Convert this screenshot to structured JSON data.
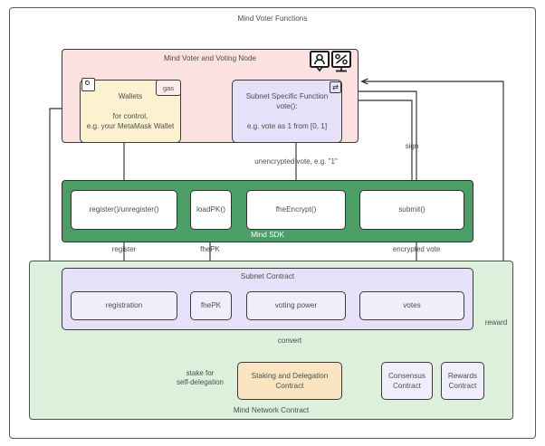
{
  "diagram": {
    "outer_title": "Mind Voter Functions",
    "groups": {
      "voter_node": {
        "title": "Mind Voter and Voting Node"
      },
      "sdk": {
        "title": "Mind SDK"
      },
      "network_contract": {
        "title": "Mind Network Contract"
      },
      "subnet_contract": {
        "title": "Subnet Contract"
      }
    },
    "nodes": {
      "wallets": {
        "label": "Wallets\n\nfor control,\ne.g. your MetaMask Wallet",
        "badge": "gas"
      },
      "subnet_fn": {
        "label": "Subnet Specific Function\nvote():\n\ne.g. vote as 1 from [0, 1]"
      },
      "register": {
        "label": "register()/unregister()"
      },
      "loadpk": {
        "label": "loadPK()"
      },
      "fheencrypt": {
        "label": "fheEncrypt()"
      },
      "submit": {
        "label": "submit()"
      },
      "registration": {
        "label": "registration"
      },
      "fhepk_box": {
        "label": "fhePK"
      },
      "voting_power": {
        "label": "voting power"
      },
      "votes": {
        "label": "votes"
      },
      "staking": {
        "label": "Staking and Delegation Contract"
      },
      "consensus": {
        "label": "Consensus\nContract"
      },
      "rewards": {
        "label": "Rewards\nContract"
      }
    },
    "edge_labels": {
      "unencrypted_vote": "unencrypted vote, e.g. \"1\"",
      "sign": "sign",
      "register": "register",
      "fhepk": "fhePK",
      "encrypted_vote": "encrypted vote",
      "convert": "convert",
      "stake": "stake for\nself-delegation",
      "reward": "reward"
    },
    "icons": {
      "actor": "user-actor-icon",
      "percent_monitor": "percent-monitor-icon",
      "wallet_tag": "tag-icon",
      "swap": "swap-arrows-icon"
    },
    "colors": {
      "voter_node_fill": "#fbe2e1",
      "sdk_fill": "#4d9e66",
      "network_fill": "#dcf0dc",
      "subnet_fill": "#e6e0f8",
      "wallet_fill": "#fdf2d0",
      "staking_fill": "#fae5c0",
      "stroke": "#2f2f2f",
      "text": "#4d4d4d"
    }
  }
}
